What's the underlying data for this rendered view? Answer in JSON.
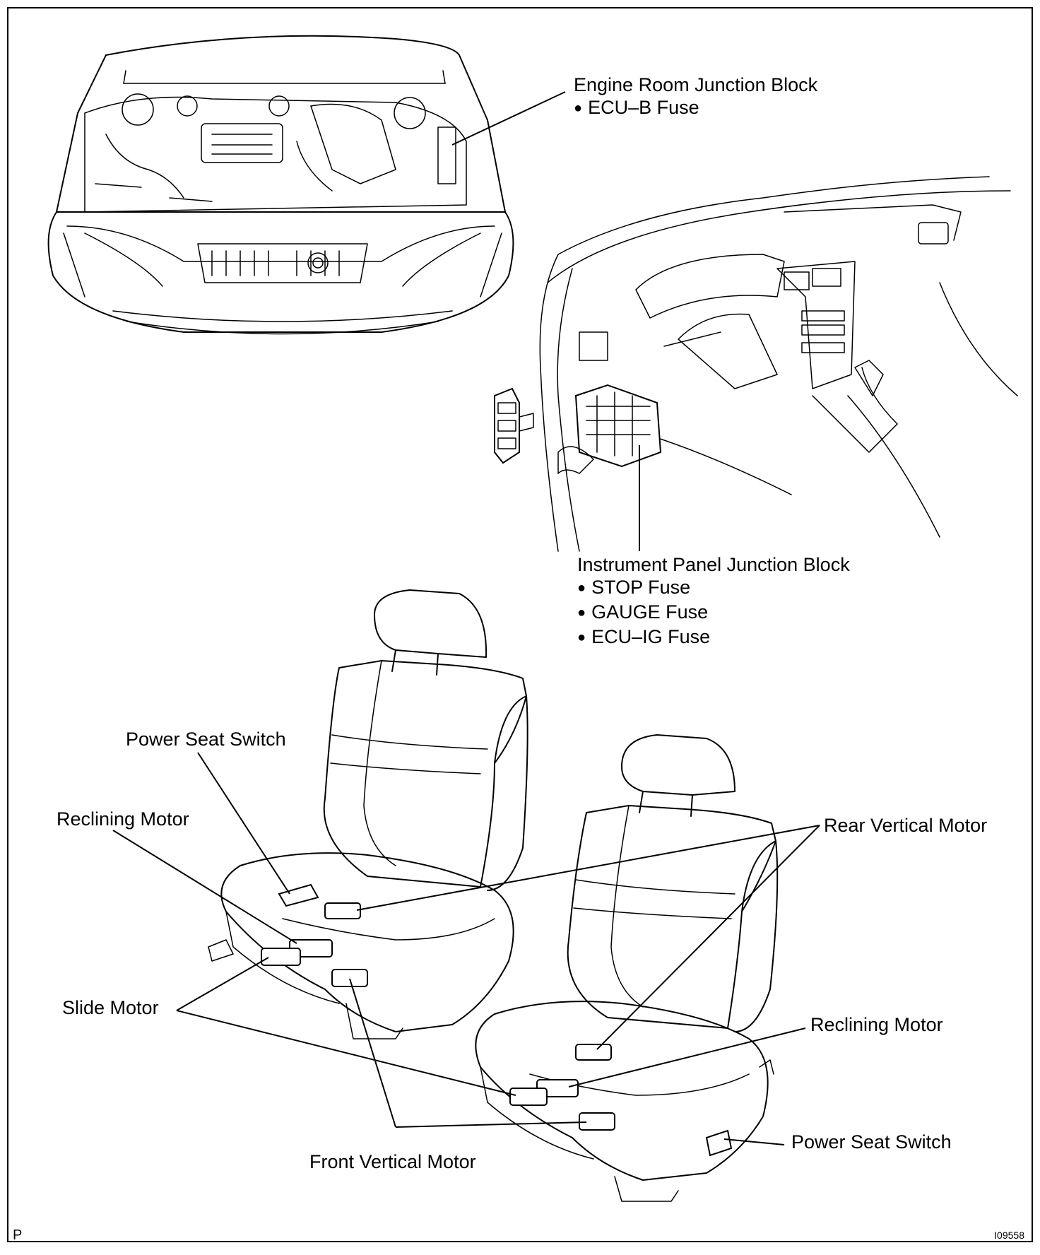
{
  "engine_room": {
    "title": "Engine Room Junction Block",
    "fuses": [
      "ECU–B Fuse"
    ]
  },
  "instrument_panel": {
    "title": "Instrument Panel Junction Block",
    "fuses": [
      "STOP Fuse",
      "GAUGE Fuse",
      "ECU–IG Fuse"
    ]
  },
  "labels": {
    "power_seat_switch_left": "Power Seat Switch",
    "reclining_motor_left": "Reclining Motor",
    "slide_motor": "Slide Motor",
    "front_vertical_motor": "Front Vertical Motor",
    "rear_vertical_motor": "Rear Vertical Motor",
    "reclining_motor_right": "Reclining Motor",
    "power_seat_switch_right": "Power Seat Switch"
  },
  "footer": {
    "left_mark": "P",
    "figure_id": "I09558"
  }
}
